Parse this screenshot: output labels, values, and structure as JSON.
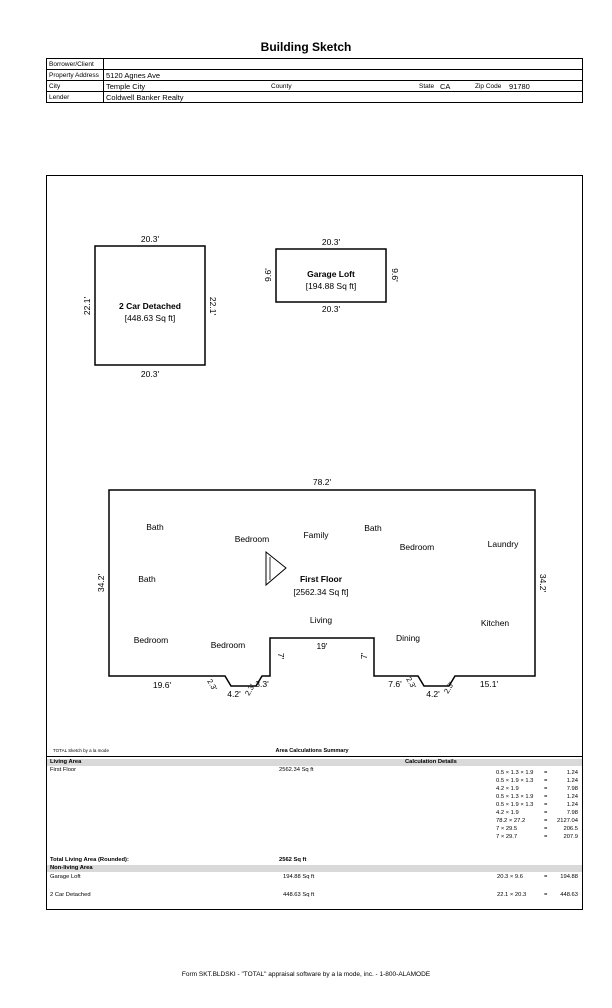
{
  "title": "Building Sketch",
  "header": {
    "borrower_label": "Borrower/Client",
    "borrower_value": "",
    "address_label": "Property Address",
    "address_value": "5120 Agnes Ave",
    "city_label": "City",
    "city_value": "Temple City",
    "county_label": "County",
    "county_value": "",
    "state_label": "State",
    "state_value": "CA",
    "zip_label": "Zip Code",
    "zip_value": "91780",
    "lender_label": "Lender",
    "lender_value": "Coldwell Banker Realty"
  },
  "sketch": {
    "garage": {
      "name": "2 Car Detached",
      "area": "[448.63 Sq ft]",
      "top": "20.3'",
      "bottom": "20.3'",
      "left": "22.1'",
      "right": "22.1'"
    },
    "loft": {
      "name": "Garage Loft",
      "area": "[194.88 Sq ft]",
      "top": "20.3'",
      "bottom": "20.3'",
      "left": "9.6'",
      "right": "9.6'"
    },
    "house": {
      "name": "First Floor",
      "area": "[2562.34 Sq ft]",
      "top": "78.2'",
      "left": "34.2'",
      "right": "34.2'",
      "bottom_left": "19.6'",
      "bay_left_a": "2.3'",
      "bay_left_b": "4.2'",
      "bay_left_c": "2.3'",
      "step_left": "3.3'",
      "notch_left": "7'",
      "notch_bottom": "19'",
      "notch_right": "7'",
      "step_right": "7.6'",
      "bay_right_a": "2.3'",
      "bay_right_b": "4.2'",
      "bay_right_c": "2.3'",
      "bottom_right": "15.1'"
    },
    "rooms": [
      "Bath",
      "Bedroom",
      "Family",
      "Bath",
      "Bedroom",
      "Laundry",
      "Bath",
      "Living",
      "Kitchen",
      "Bedroom",
      "Bedroom",
      "Dining"
    ],
    "credit": "TOTAL Sketch by a la mode"
  },
  "summary": {
    "title": "Area Calculations Summary",
    "living_header": "Living Area",
    "calc_header": "Calculation Details",
    "living_rows": [
      {
        "name": "First Floor",
        "area": "2562.34 Sq ft"
      }
    ],
    "calc_rows": [
      {
        "expr": "0.5 × 1.3 × 1.9",
        "eq": "=",
        "val": "1.24"
      },
      {
        "expr": "0.5 × 1.9 × 1.3",
        "eq": "=",
        "val": "1.24"
      },
      {
        "expr": "4.2 × 1.9",
        "eq": "=",
        "val": "7.98"
      },
      {
        "expr": "0.5 × 1.3 × 1.9",
        "eq": "=",
        "val": "1.24"
      },
      {
        "expr": "0.5 × 1.9 × 1.3",
        "eq": "=",
        "val": "1.24"
      },
      {
        "expr": "4.2 × 1.9",
        "eq": "=",
        "val": "7.98"
      },
      {
        "expr": "78.2 × 27.2",
        "eq": "=",
        "val": "2127.04"
      },
      {
        "expr": "7 × 29.5",
        "eq": "=",
        "val": "206.5"
      },
      {
        "expr": "7 × 29.7",
        "eq": "=",
        "val": "207.9"
      }
    ],
    "total_label": "Total Living Area (Rounded):",
    "total_value": "2562 Sq ft",
    "nonliving_header": "Non-living Area",
    "nonliving_rows": [
      {
        "name": "Garage Loft",
        "area": "194.88 Sq ft",
        "expr": "20.3 × 9.6",
        "eq": "=",
        "val": "194.88"
      },
      {
        "name": "2 Car Detached",
        "area": "448.63 Sq ft",
        "expr": "22.1 × 20.3",
        "eq": "=",
        "val": "448.63"
      }
    ]
  },
  "footer": "Form SKT.BLDSKI - \"TOTAL\" appraisal software by a la mode, inc. - 1-800-ALAMODE"
}
